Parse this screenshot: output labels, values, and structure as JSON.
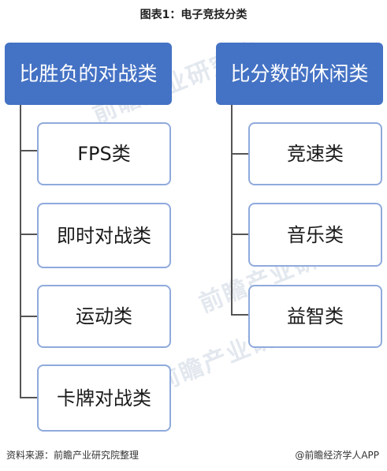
{
  "title": "图表1：电子竞技分类",
  "left_group": {
    "header": "比胜负的对战类",
    "items": [
      "FPS类",
      "即时对战类",
      "运动类",
      "卡牌对战类"
    ]
  },
  "right_group": {
    "header": "比分数的休闲类",
    "items": [
      "竞速类",
      "音乐类",
      "益智类"
    ]
  },
  "source": "资料来源：前瞻产业研究院整理",
  "app_credit": "@前瞻经济学人APP",
  "watermark": "前瞻产业研究院",
  "colors": {
    "header_bg": "#4472c4",
    "item_border": "#8faadc",
    "connector": "#555555"
  }
}
